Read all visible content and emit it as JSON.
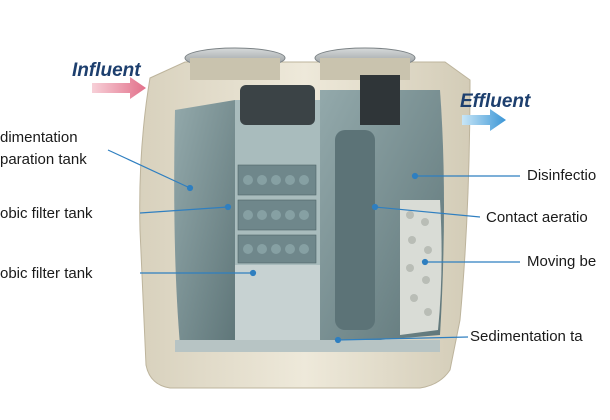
{
  "flow": {
    "influent": "Influent",
    "effluent": "Effluent"
  },
  "labels_left": [
    "dimentation",
    "paration tank",
    "obic filter tank",
    "obic filter tank"
  ],
  "labels_right": [
    "Disinfectio",
    "Contact aeratio",
    "Moving be",
    "Sedimentation ta"
  ],
  "colors": {
    "tank_shell": "#e6e0cf",
    "interior": "#7f9699",
    "media": "#5f777c",
    "leader_line": "#2f7fc0",
    "influent_arrow": "#e8879a",
    "effluent_arrow": "#4aa3df"
  }
}
